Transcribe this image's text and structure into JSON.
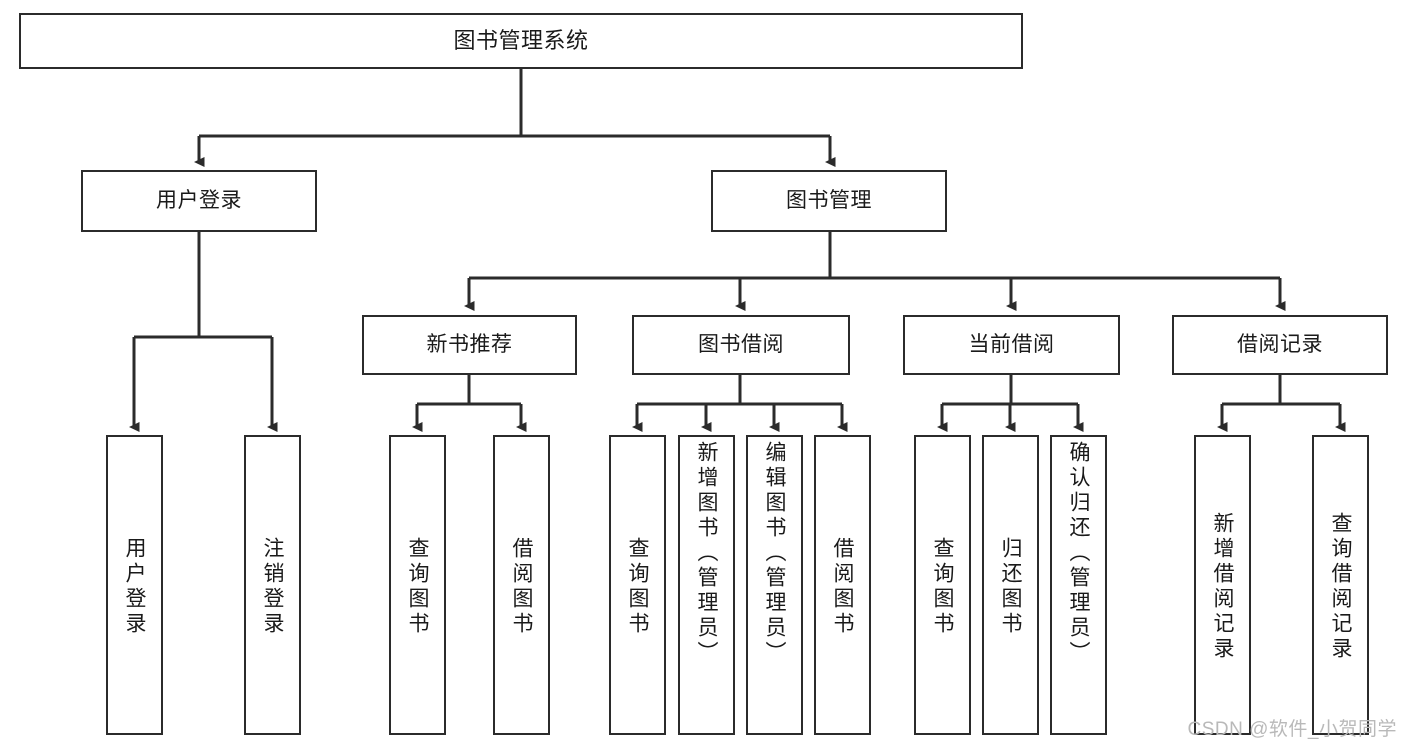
{
  "diagram": {
    "title": "图书管理系统",
    "type": "tree",
    "nodes": {
      "root": {
        "label": "图书管理系统"
      },
      "level2": [
        {
          "id": "user-login",
          "label": "用户登录"
        },
        {
          "id": "book-management",
          "label": "图书管理"
        }
      ],
      "level3": [
        {
          "id": "new-book-recommend",
          "label": "新书推荐"
        },
        {
          "id": "book-borrow",
          "label": "图书借阅"
        },
        {
          "id": "current-borrow",
          "label": "当前借阅"
        },
        {
          "id": "borrow-record",
          "label": "借阅记录"
        }
      ],
      "leaves": [
        {
          "id": "leaf-user-login",
          "label": "用户登录"
        },
        {
          "id": "leaf-user-logout",
          "label": "注销登录"
        },
        {
          "id": "leaf-query-book-1",
          "label": "查询图书"
        },
        {
          "id": "leaf-borrow-book-1",
          "label": "借阅图书"
        },
        {
          "id": "leaf-query-book-2",
          "label": "查询图书"
        },
        {
          "id": "leaf-add-book",
          "label": "新增图书（管理员）"
        },
        {
          "id": "leaf-edit-book",
          "label": "编辑图书（管理员）"
        },
        {
          "id": "leaf-borrow-book-2",
          "label": "借阅图书"
        },
        {
          "id": "leaf-query-book-3",
          "label": "查询图书"
        },
        {
          "id": "leaf-return-book",
          "label": "归还图书"
        },
        {
          "id": "leaf-confirm-return",
          "label": "确认归还（管理员）"
        },
        {
          "id": "leaf-add-record",
          "label": "新增借阅记录"
        },
        {
          "id": "leaf-query-record",
          "label": "查询借阅记录"
        }
      ]
    },
    "edges": [
      {
        "from": "root",
        "to": "user-login"
      },
      {
        "from": "root",
        "to": "book-management"
      },
      {
        "from": "book-management",
        "to": "new-book-recommend"
      },
      {
        "from": "book-management",
        "to": "book-borrow"
      },
      {
        "from": "book-management",
        "to": "current-borrow"
      },
      {
        "from": "book-management",
        "to": "borrow-record"
      },
      {
        "from": "user-login",
        "to": "leaf-user-login"
      },
      {
        "from": "user-login",
        "to": "leaf-user-logout"
      },
      {
        "from": "new-book-recommend",
        "to": "leaf-query-book-1"
      },
      {
        "from": "new-book-recommend",
        "to": "leaf-borrow-book-1"
      },
      {
        "from": "book-borrow",
        "to": "leaf-query-book-2"
      },
      {
        "from": "book-borrow",
        "to": "leaf-add-book"
      },
      {
        "from": "book-borrow",
        "to": "leaf-edit-book"
      },
      {
        "from": "book-borrow",
        "to": "leaf-borrow-book-2"
      },
      {
        "from": "current-borrow",
        "to": "leaf-query-book-3"
      },
      {
        "from": "current-borrow",
        "to": "leaf-return-book"
      },
      {
        "from": "current-borrow",
        "to": "leaf-confirm-return"
      },
      {
        "from": "borrow-record",
        "to": "leaf-add-record"
      },
      {
        "from": "borrow-record",
        "to": "leaf-query-record"
      }
    ],
    "colors": {
      "stroke": "#2b2b2b",
      "fill": "#ffffff",
      "text": "#1a1a1a",
      "watermark": "#b9b9b9"
    }
  },
  "watermark": {
    "text": "CSDN @软件_小贺同学"
  }
}
